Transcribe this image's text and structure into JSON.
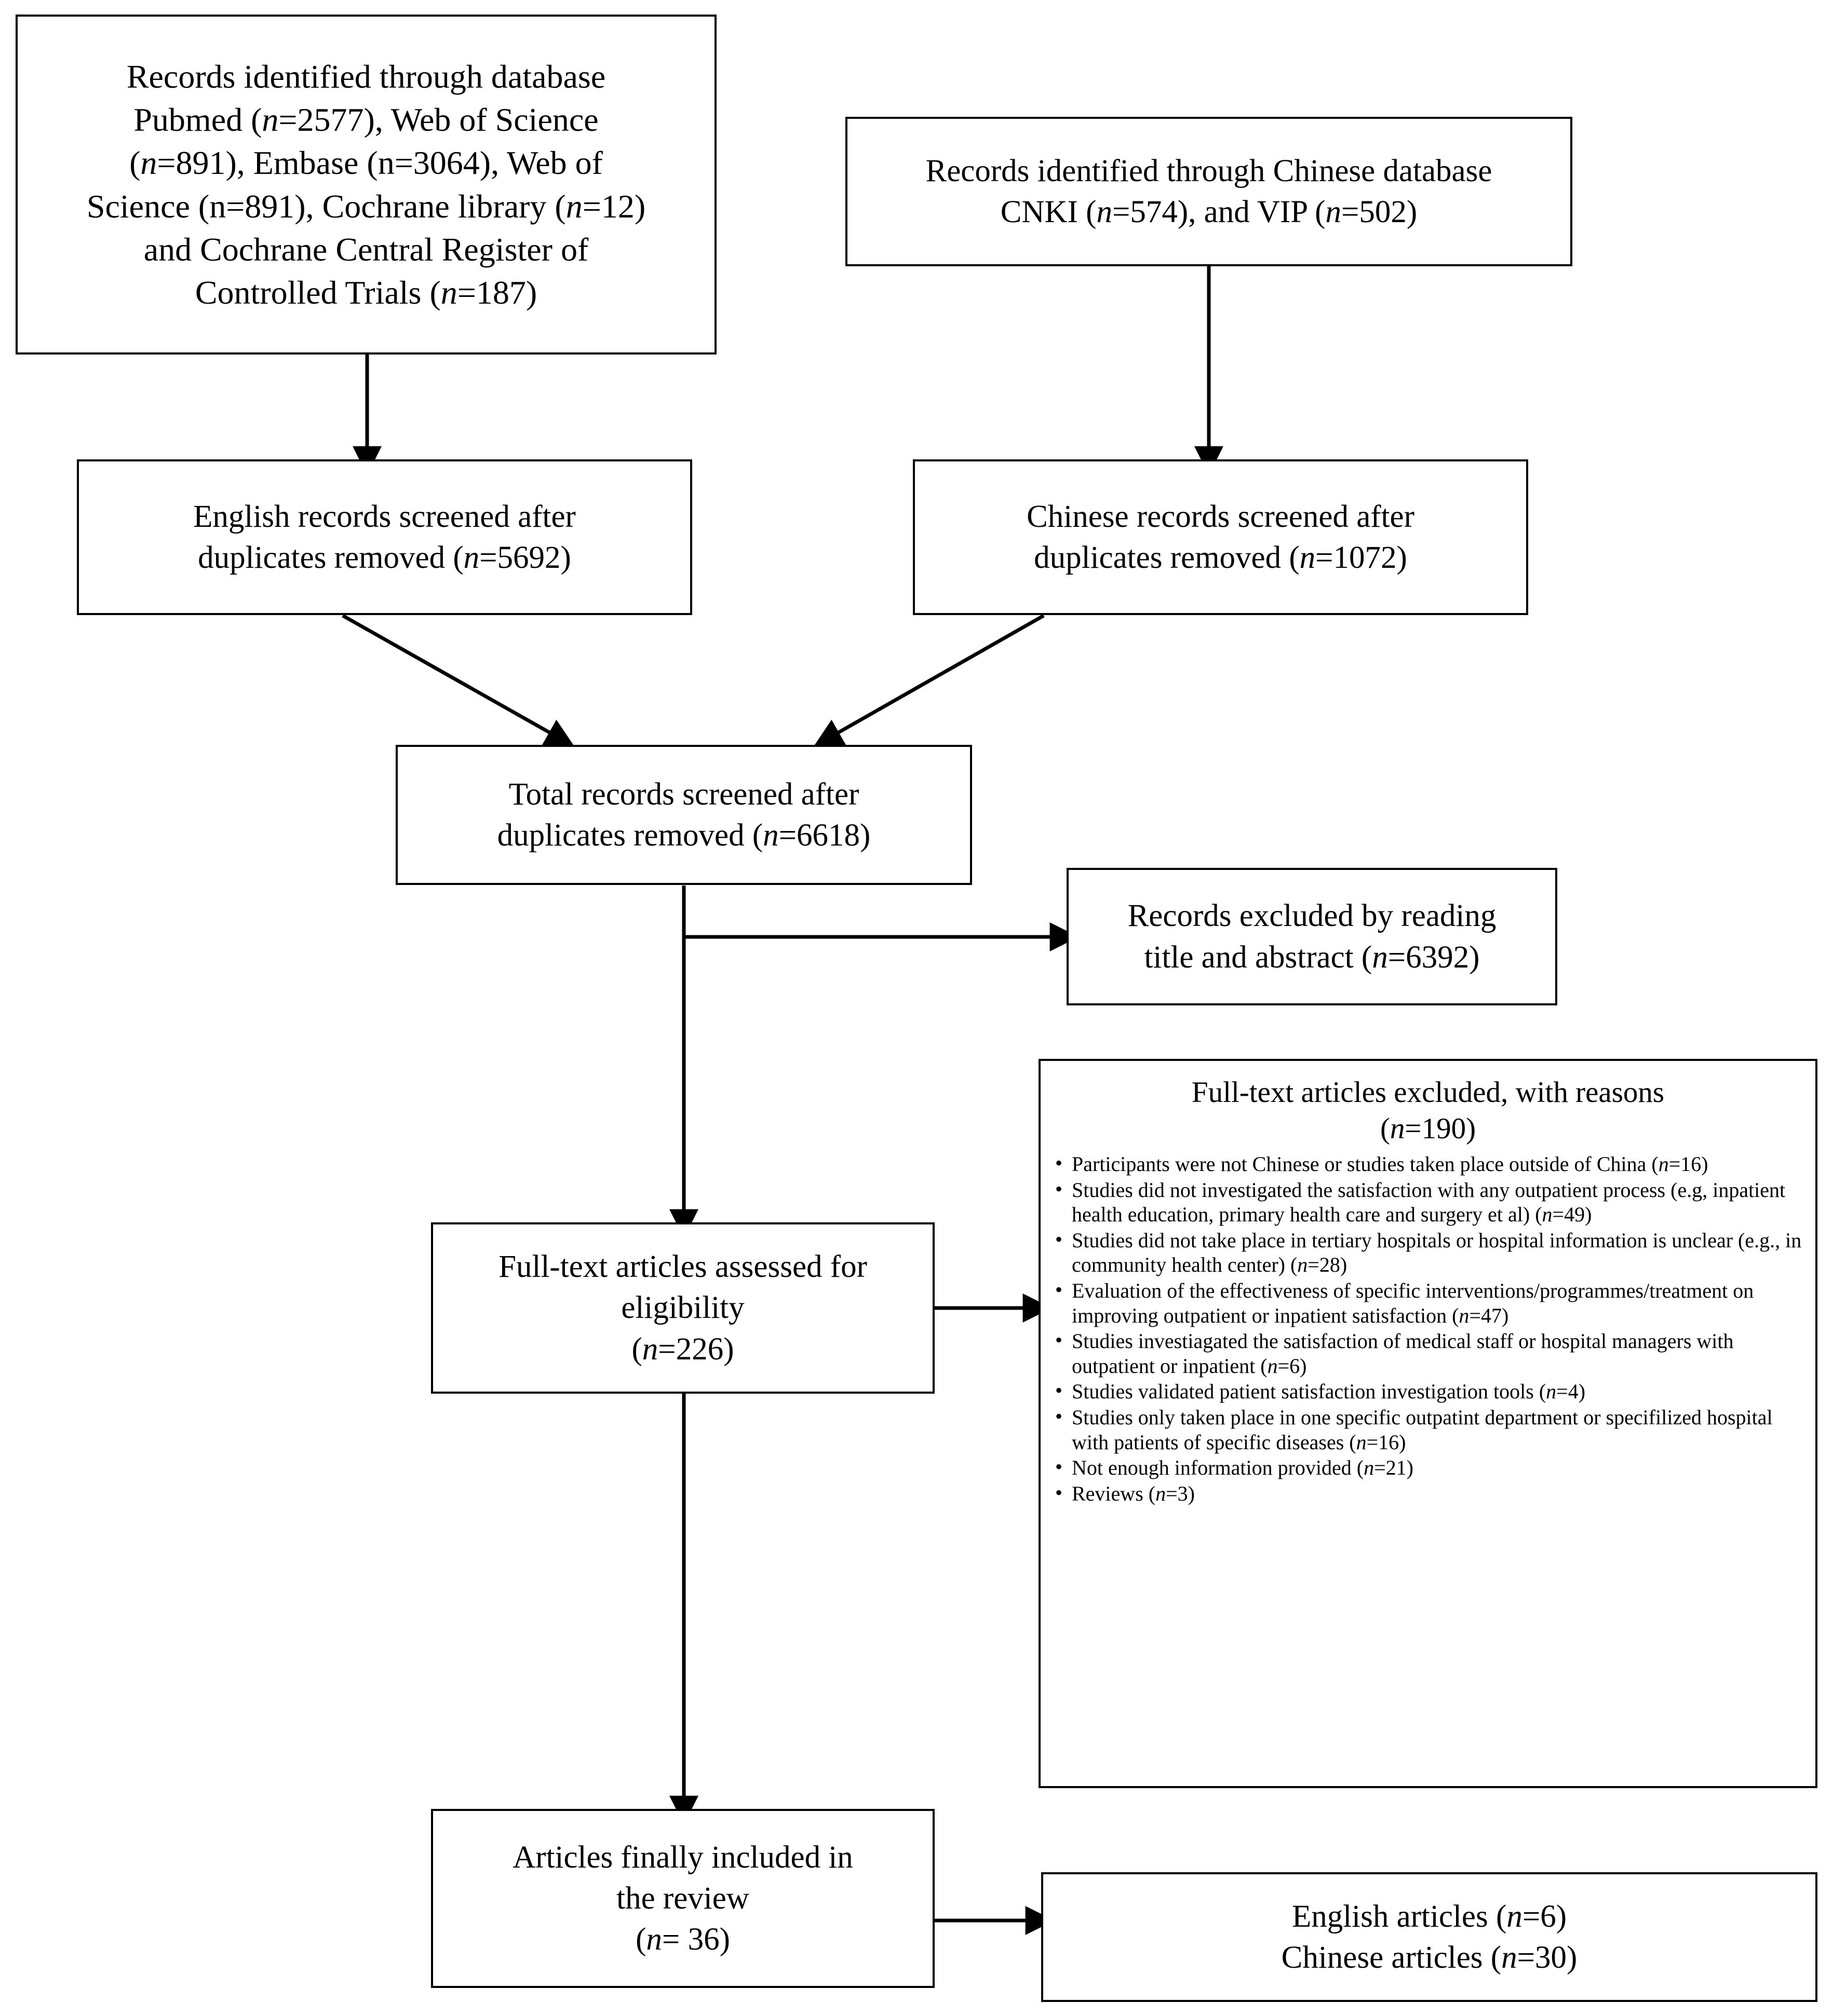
{
  "diagram": {
    "type": "prisma-flow-diagram",
    "title": "PRISMA study selection flow diagram"
  },
  "boxes": {
    "db_english": {
      "lines": [
        "Records identified through database",
        "Pubmed (n=2577), Web of Science",
        "(n=891), Embase (n=3064), Web of",
        "Science (n=891), Cochrane library (n=12)",
        "and Cochrane Central Register of",
        "Controlled Trials (n=187)"
      ],
      "counts": {
        "Pubmed": 2577,
        "Web of Science": 891,
        "Embase": 3064,
        "Web of Science (repeat)": 891,
        "Cochrane library": 12,
        "Cochrane Central Register of Controlled Trials": 187
      }
    },
    "db_chinese": {
      "lines": [
        "Records identified through Chinese database",
        "CNKI (n=574), and VIP (n=502)"
      ],
      "counts": {
        "CNKI": 574,
        "VIP": 502
      }
    },
    "screened_english": {
      "lines": [
        "English records screened after",
        "duplicates removed (n=5692)"
      ],
      "count": 5692
    },
    "screened_chinese": {
      "lines": [
        "Chinese records screened after",
        "duplicates removed (n=1072)"
      ],
      "count": 1072
    },
    "total_screened": {
      "lines": [
        "Total records screened after",
        "duplicates removed (n=6618)"
      ],
      "count": 6618
    },
    "excluded_title_abstract": {
      "lines": [
        "Records excluded by reading",
        "title and abstract (n=6392)"
      ],
      "count": 6392
    },
    "fulltext_assessed": {
      "lines": [
        "Full-text articles assessed for",
        "eligibility",
        "(n=226)"
      ],
      "count": 226
    },
    "fulltext_excluded": {
      "title_line1": "Full-text articles excluded, with reasons",
      "title_line2": "(n=190)",
      "count": 190,
      "reasons": [
        {
          "text": "Participants were not Chinese or studies taken place outside of China (n=16)",
          "n": 16
        },
        {
          "text": "Studies did not investigated the satisfaction with any outpatient process (e.g, inpatient health education, primary health care and surgery et al) (n=49)",
          "n": 49
        },
        {
          "text": "Studies did not take place in tertiary hospitals or hospital information is unclear (e.g., in community health center) (n=28)",
          "n": 28
        },
        {
          "text": "Evaluation of the effectiveness of specific interventions/programmes/treatment on improving outpatient or inpatient satisfaction (n=47)",
          "n": 47
        },
        {
          "text": "Studies investiagated the satisfaction of medical staff or hospital managers with outpatient or inpatient (n=6)",
          "n": 6
        },
        {
          "text": "Studies validated patient satisfaction investigation tools (n=4)",
          "n": 4
        },
        {
          "text": "Studies only taken place in one specific outpatint department or specifilized hospital with patients of specific diseases (n=16)",
          "n": 16
        },
        {
          "text": "Not enough information provided (n=21)",
          "n": 21
        },
        {
          "text": "Reviews (n=3)",
          "n": 3
        }
      ]
    },
    "final_included": {
      "lines": [
        "Articles finally included in",
        "the review",
        "(n= 36)"
      ],
      "count": 36
    },
    "languages": {
      "lines": [
        "English articles (n=6)",
        "Chinese articles (n=30)"
      ],
      "english": 6,
      "chinese": 30
    }
  },
  "colors": {
    "line": "#000000",
    "background": "#ffffff",
    "text": "#000000"
  }
}
